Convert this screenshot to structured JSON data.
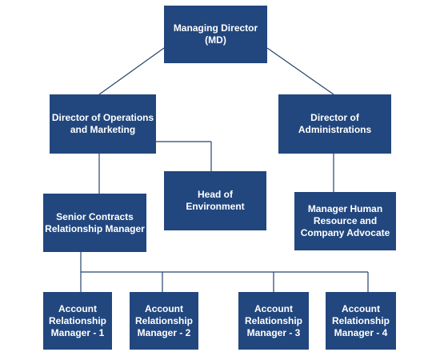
{
  "org_chart": {
    "managing_director": {
      "line1": "Managing Director",
      "line2": "(MD)"
    },
    "director_operations": {
      "line1": "Director of Operations",
      "line2": "and Marketing"
    },
    "director_administrations": {
      "line1": "Director of",
      "line2": "Administrations"
    },
    "head_environment": {
      "line1": "Head of",
      "line2": "Environment"
    },
    "senior_contracts_manager": {
      "line1": "Senior Contracts",
      "line2": "Relationship Manager"
    },
    "manager_hr": {
      "line1": "Manager Human",
      "line2": "Resource and",
      "line3": "Company Advocate"
    },
    "account_managers": [
      {
        "line1": "Account",
        "line2": "Relationship",
        "line3": "Manager - 1"
      },
      {
        "line1": "Account",
        "line2": "Relationship",
        "line3": "Manager - 2"
      },
      {
        "line1": "Account",
        "line2": "Relationship",
        "line3": "Manager - 3"
      },
      {
        "line1": "Account",
        "line2": "Relationship",
        "line3": "Manager - 4"
      }
    ]
  }
}
